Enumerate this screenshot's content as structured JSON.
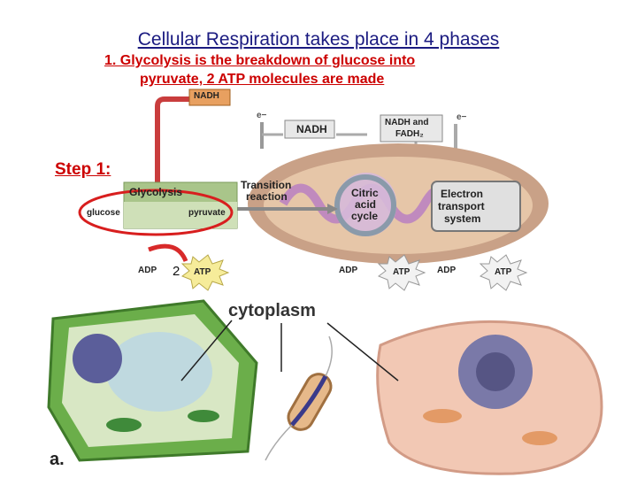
{
  "title": "Cellular Respiration takes place in 4 phases",
  "subtitle_line1": "1.  Glycolysis is the breakdown of glucose into",
  "subtitle_line2": "pyruvate, 2 ATP molecules are made",
  "step_label": "Step 1:",
  "diagram": {
    "nadh_top": "NADH",
    "e_left": "e−",
    "nadh_mid": "NADH",
    "nadh_fadh": "NADH and",
    "fadh2": "FADH₂",
    "e_right": "e−",
    "glycolysis": "Glycolysis",
    "glucose": "glucose",
    "pyruvate": "pyruvate",
    "transition1": "Transition",
    "transition2": "reaction",
    "citric1": "Citric",
    "citric2": "acid",
    "citric3": "cycle",
    "ets1": "Electron",
    "ets2": "transport",
    "ets3": "system",
    "adp1": "ADP",
    "atp1": "ATP",
    "adp2": "ADP",
    "atp2": "ATP",
    "adp3": "ADP",
    "atp3": "ATP",
    "two": "2"
  },
  "cytoplasm_label": "cytoplasm",
  "panel_label": "a.",
  "colors": {
    "title": "#1a1a80",
    "red": "#cc0000",
    "glyco_box": "#a9c58a",
    "mito": "#c9a187"
  }
}
